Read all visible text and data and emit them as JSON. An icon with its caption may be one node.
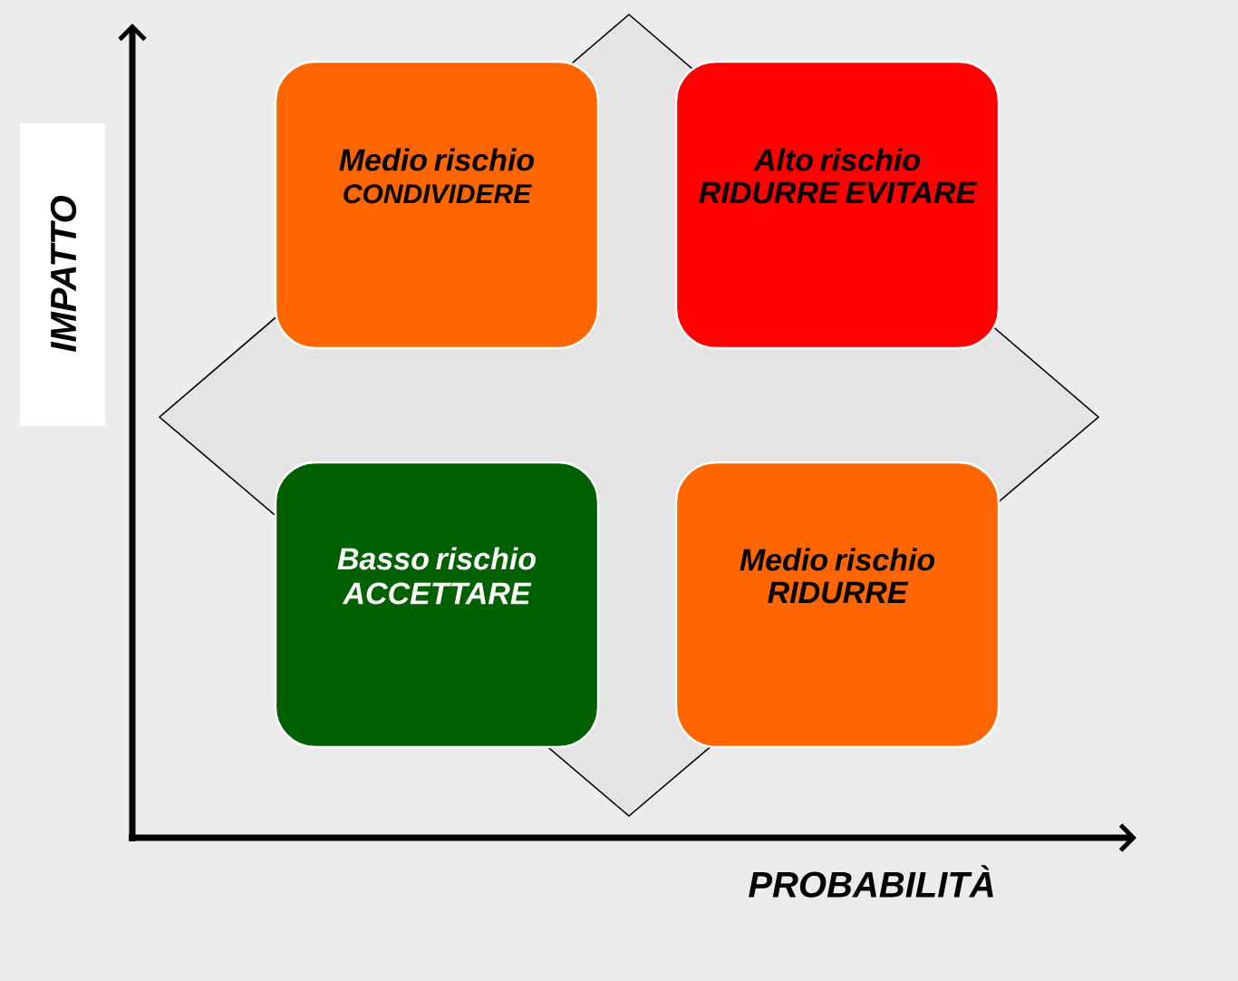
{
  "diagram": {
    "nodes": [
      {
        "text": [
          "Medio rischio",
          "CONDIVIDERE"
        ]
      },
      {
        "text": [
          "Alto rischio",
          "RIDURRE EVITARE"
        ]
      },
      {
        "text": [
          "Basso rischio",
          "ACCETTARE"
        ]
      },
      {
        "text": [
          "Medio rischio",
          "RIDURRE"
        ]
      }
    ],
    "labels": [
      "IMPATTO",
      "PROBABILITÀ"
    ]
  }
}
